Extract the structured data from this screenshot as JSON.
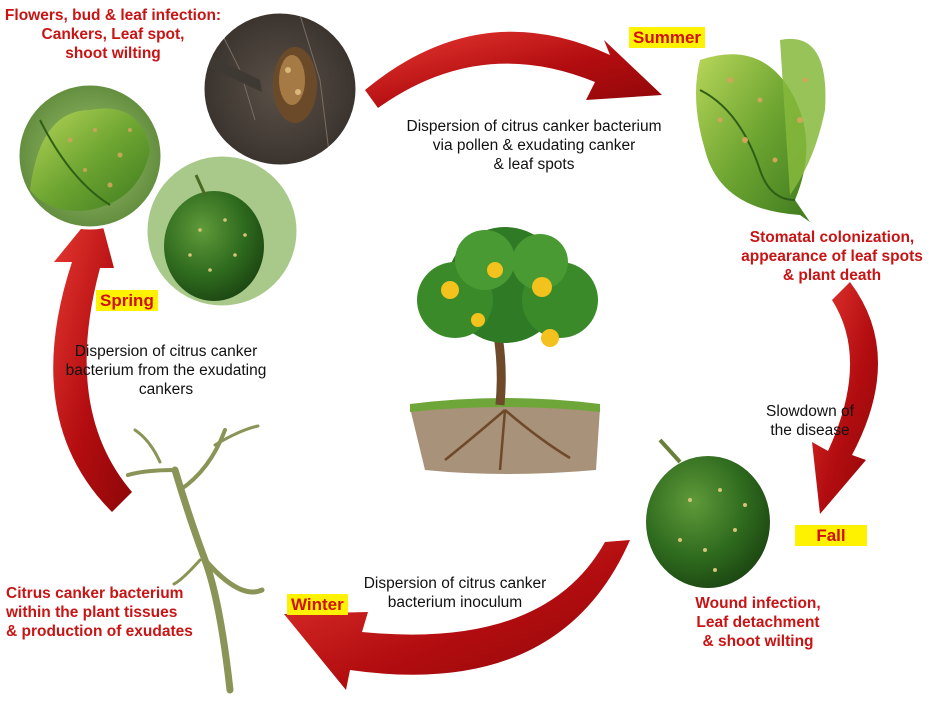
{
  "colors": {
    "arrow": "#b30d10",
    "arrow_light": "#e83a33",
    "season_bg": "#fff200",
    "season_text": "#d01010",
    "stage_text": "#c81414",
    "process_text": "#111111"
  },
  "seasons": {
    "summer": "Summer",
    "fall": "Fall",
    "winter": "Winter",
    "spring": "Spring"
  },
  "stages": {
    "spring_infection": "Flowers, bud & leaf infection:\nCankers, Leaf spot,\nshoot wilting",
    "summer_colonization": "Stomatal colonization,\nappearance of leaf spots\n& plant death",
    "fall_wound": "Wound infection,\nLeaf detachment\n& shoot wilting",
    "winter_tissues": "Citrus canker bacterium\nwithin the  plant tissues\n& production of exudates"
  },
  "processes": {
    "spring_to_summer": "Dispersion of citrus canker bacterium\nvia pollen & exudating canker\n& leaf spots",
    "summer_to_fall": "Slowdown of\nthe disease",
    "fall_to_winter": "Dispersion of citrus canker\nbacterium inoculum",
    "winter_to_spring": "Dispersion of citrus canker\nbacterium from the exudating\ncankers"
  },
  "icons": {
    "center": "citrus-tree-icon",
    "spring_leaf": "infected-leaf-photo",
    "spring_bark": "cankered-bark-photo",
    "spring_fruit": "infected-fruit-photo",
    "summer_leaf": "leaf-spot-photo",
    "fall_fruit": "cankered-fruit-photo",
    "winter_twig": "bare-twig-photo"
  }
}
